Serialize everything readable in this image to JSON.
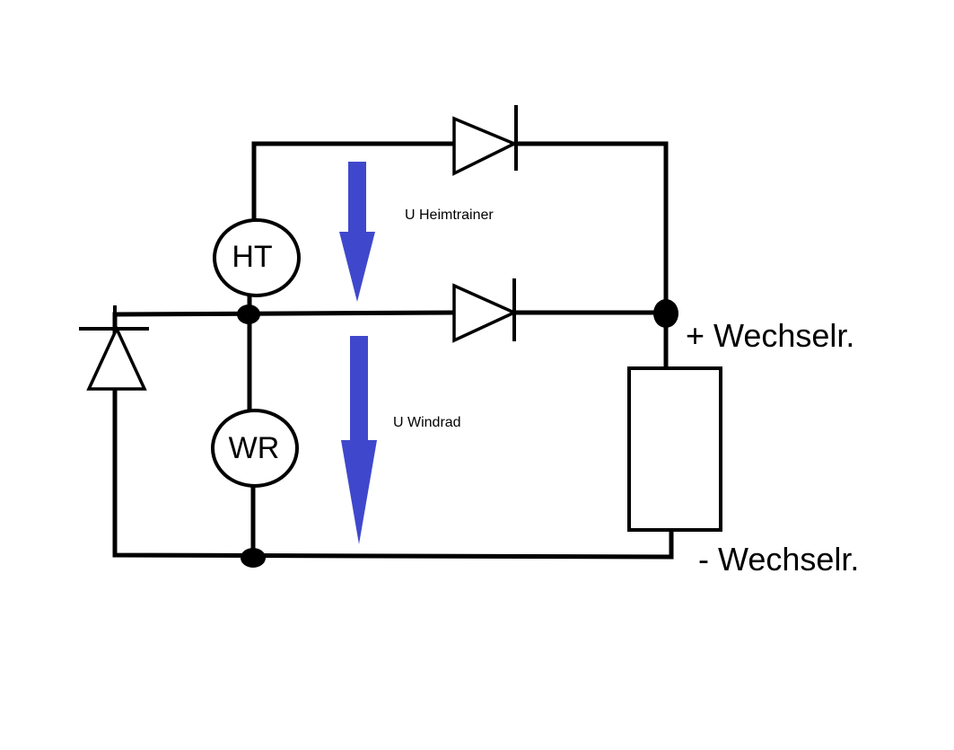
{
  "components": {
    "generator_top": {
      "label": "HT"
    },
    "generator_bottom": {
      "label": "WR"
    }
  },
  "arrows": {
    "upper_label": "U Heimtrainer",
    "lower_label": "U Windrad",
    "color": "#3f48cc"
  },
  "terminals": {
    "positive_label": "+ Wechselr.",
    "negative_label": "- Wechselr."
  },
  "colors": {
    "wire": "#000000",
    "background": "#ffffff",
    "arrow": "#3f48cc"
  }
}
